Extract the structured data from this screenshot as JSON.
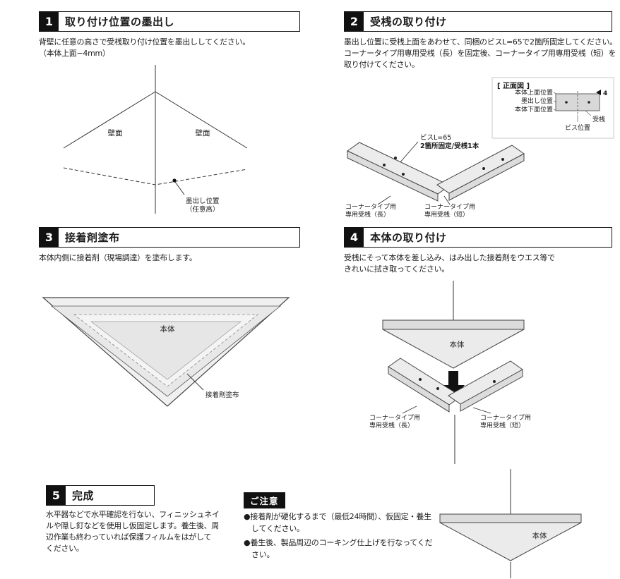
{
  "steps": [
    {
      "num": "1",
      "title": "取り付け位置の墨出し",
      "body": "背壁に任意の高さで受桟取り付け位置を墨出ししてください。\n（本体上面−4mm）"
    },
    {
      "num": "2",
      "title": "受桟の取り付け",
      "body": "墨出し位置に受桟上面をあわせて、同梱のビスL=65で2箇所固定してください。\nコーナータイプ用専用受桟（長）を固定後、コーナータイプ用専用受桟（短）を\n取り付けてください。"
    },
    {
      "num": "3",
      "title": "接着剤塗布",
      "body": "本体内側に接着剤（現場調達）を塗布します。"
    },
    {
      "num": "4",
      "title": "本体の取り付け",
      "body": "受桟にそって本体を差し込み、はみ出した接着剤をウエス等で\nきれいに拭き取ってください。"
    },
    {
      "num": "5",
      "title": "完成",
      "body": "水平器などで水平確認を行ない、フィニッシュネイ\nルや隠し釘などを使用し仮固定します。養生後、周\n辺作業も終わっていれば保護フィルムをはがして\nください。"
    }
  ],
  "notice": {
    "title": "ご注意",
    "items": [
      "●接着剤が硬化するまで（最低24時間）、仮固定・養生してください。",
      "●養生後、製品周辺のコーキング仕上げを行なってください。"
    ]
  },
  "d1": {
    "wall_left": "壁面",
    "wall_right": "壁面",
    "mark_line1": "墨出し位置",
    "mark_line2": "（任意高）"
  },
  "d2": {
    "front_title": "[ 正面図 ]",
    "body_top": "本体上面位置",
    "mark": "墨出し位置",
    "body_bottom": "本体下面位置",
    "screw_pos": "ビス位置",
    "rail": "受桟",
    "dim": "4",
    "screw": "ビスL=65",
    "fix": "2箇所固定/受桟1本",
    "rail_long_1": "コーナータイプ用",
    "rail_long_2": "専用受桟（長）",
    "rail_short_1": "コーナータイプ用",
    "rail_short_2": "専用受桟（短）"
  },
  "d3": {
    "body": "本体",
    "glue": "接着剤塗布"
  },
  "d4": {
    "body": "本体",
    "rail_long_1": "コーナータイプ用",
    "rail_long_2": "専用受桟（長）",
    "rail_short_1": "コーナータイプ用",
    "rail_short_2": "専用受桟（短）"
  },
  "d5": {
    "body": "本体"
  },
  "colors": {
    "ink": "#1c1c1c",
    "badge": "#111111",
    "fill_light": "#ececec",
    "fill_mid": "#dcdcdc"
  }
}
